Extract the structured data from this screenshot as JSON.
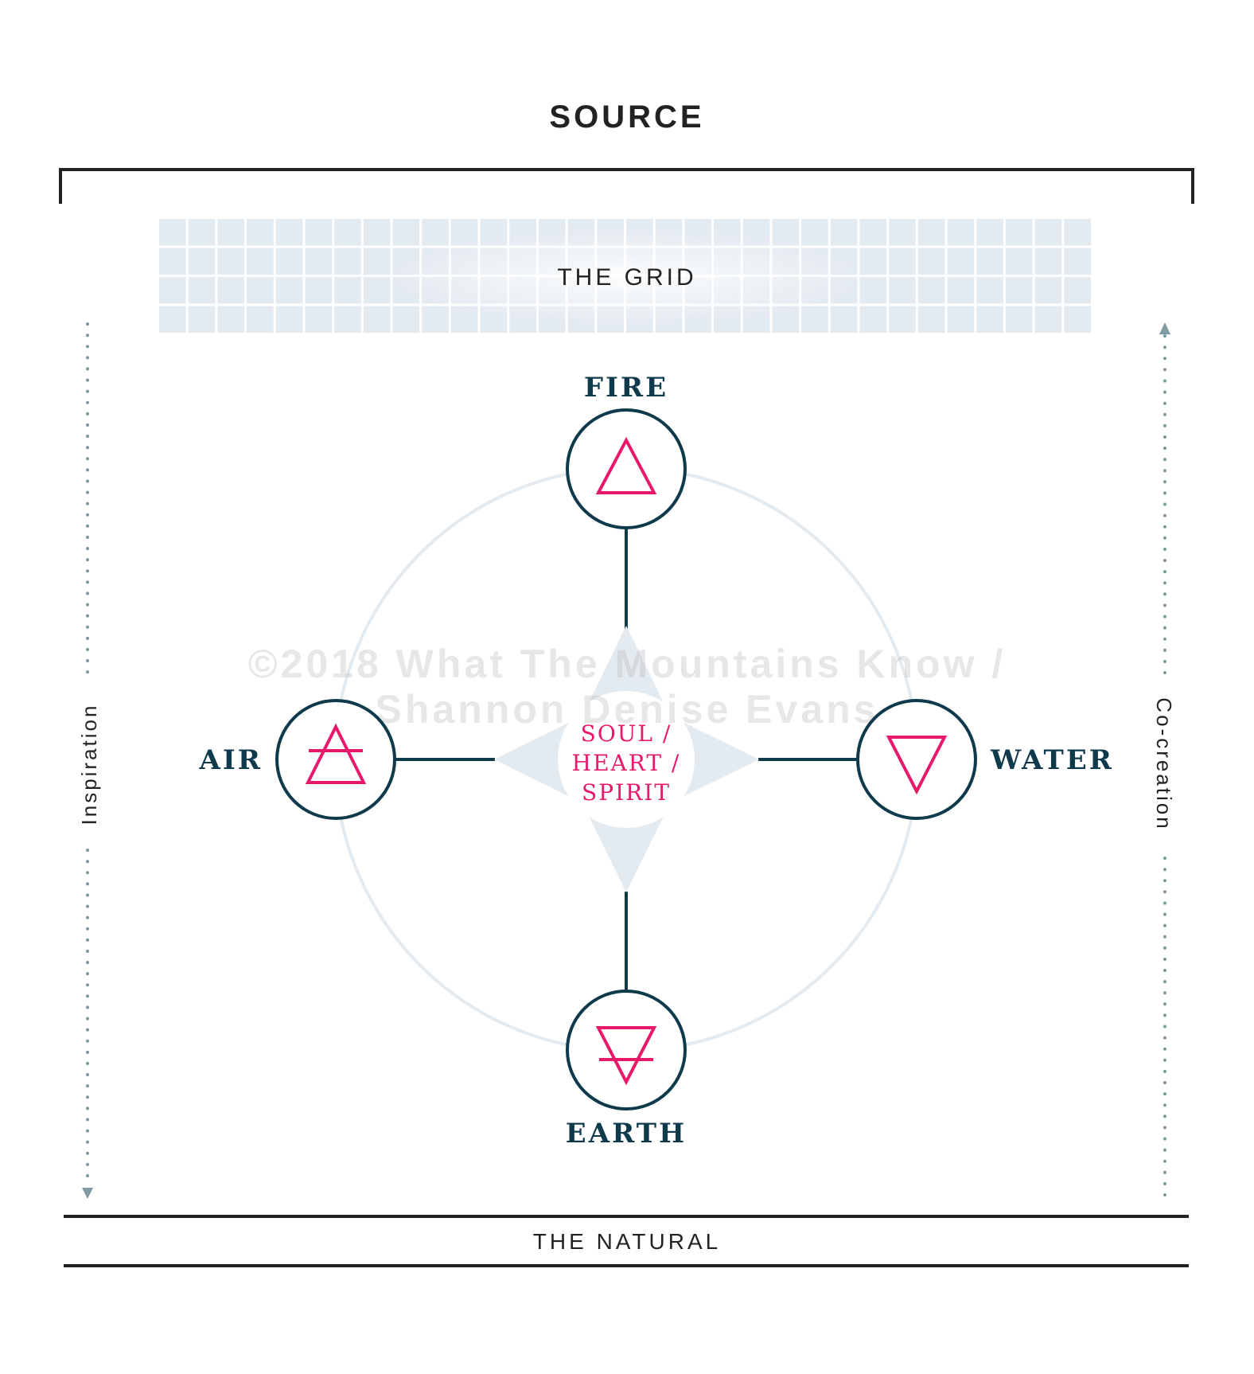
{
  "header": {
    "title": "SOURCE"
  },
  "grid": {
    "label": "THE GRID",
    "columns": 32,
    "rows": 4
  },
  "left_axis": {
    "label": "Inspiration",
    "direction": "down"
  },
  "right_axis": {
    "label": "Co-creation",
    "direction": "up"
  },
  "elements": {
    "fire": {
      "label": "FIRE",
      "symbol": "fire-triangle-up"
    },
    "air": {
      "label": "AIR",
      "symbol": "air-triangle-up-bar"
    },
    "water": {
      "label": "WATER",
      "symbol": "water-triangle-down"
    },
    "earth": {
      "label": "EARTH",
      "symbol": "earth-triangle-down-bar"
    }
  },
  "center": {
    "line1": "SOUL /",
    "line2": "HEART /",
    "line3": "SPIRIT"
  },
  "footer": {
    "label": "THE NATURAL"
  },
  "watermark": {
    "line1": "©2018 What The Mountains Know /",
    "line2": "Shannon Denise Evans"
  },
  "colors": {
    "dark": "#0f3a4c",
    "accent": "#e8186a",
    "pale": "#e3eaf0",
    "ink": "#222222",
    "dots": "#7f9aa0"
  }
}
